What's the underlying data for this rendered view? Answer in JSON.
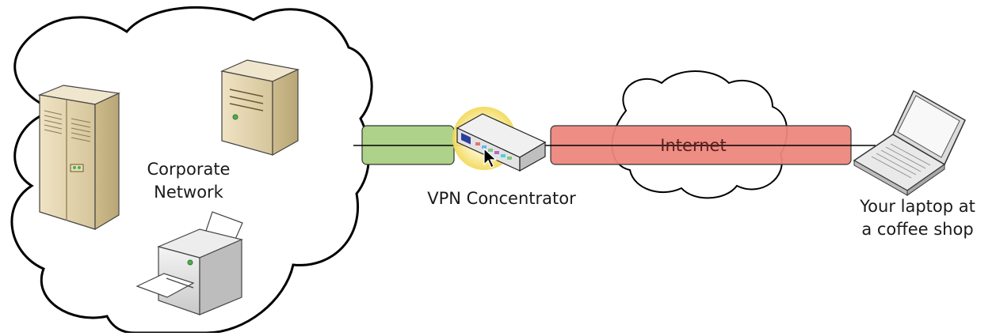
{
  "labels": {
    "corporate_network": [
      "Corporate",
      "Network"
    ],
    "vpn_concentrator": "VPN Concentrator",
    "internet": "Internet",
    "laptop": [
      "Your laptop at",
      "a coffee shop"
    ]
  },
  "colors": {
    "trusted_link": "#aed289",
    "untrusted_tunnel": "#ec877c",
    "highlight": "#f7e27a",
    "stroke": "#000000"
  },
  "icons": [
    "cloud-icon",
    "server-tower-icon",
    "server-icon",
    "printer-icon",
    "vpn-concentrator-icon",
    "laptop-icon",
    "mouse-cursor-icon"
  ]
}
